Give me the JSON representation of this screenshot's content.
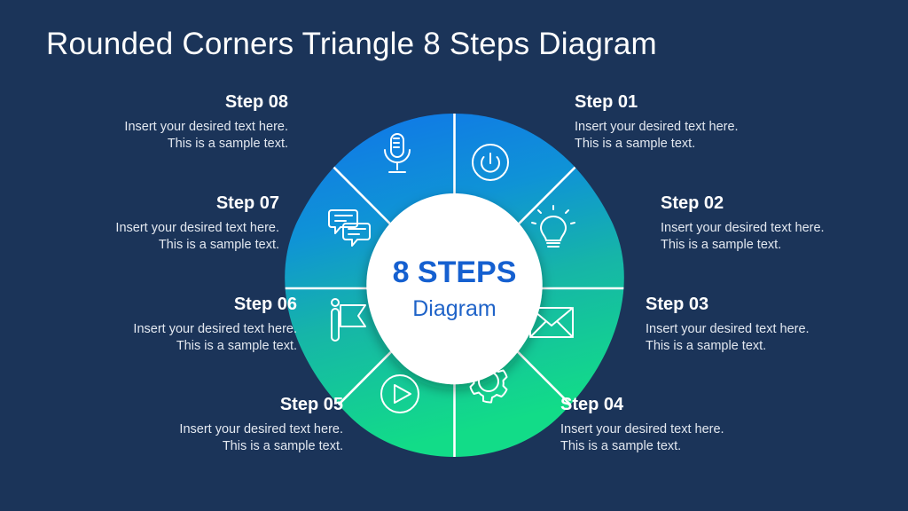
{
  "slide": {
    "title": "Rounded Corners Triangle 8 Steps Diagram",
    "background_color": "#1b3459"
  },
  "center": {
    "heading": "8 STEPS",
    "subheading": "Diagram",
    "heading_color": "#1560d0",
    "subheading_color": "#1f63c8",
    "fill_color": "#ffffff"
  },
  "palette": {
    "gradient_start": "#1070e8",
    "gradient_end": "#12d98a",
    "text_light": "#e3e8f0",
    "white": "#ffffff"
  },
  "steps": [
    {
      "id": "step-01",
      "title": "Step 01",
      "description": "Insert your desired text here. This is a sample text.",
      "icon": "power-icon",
      "side": "right"
    },
    {
      "id": "step-02",
      "title": "Step 02",
      "description": "Insert your desired text here. This is a sample text.",
      "icon": "lightbulb-icon",
      "side": "right"
    },
    {
      "id": "step-03",
      "title": "Step 03",
      "description": "Insert your desired text here. This is a sample text.",
      "icon": "envelope-icon",
      "side": "right"
    },
    {
      "id": "step-04",
      "title": "Step 04",
      "description": "Insert your desired text here. This is a sample text.",
      "icon": "gear-icon",
      "side": "right"
    },
    {
      "id": "step-05",
      "title": "Step 05",
      "description": "Insert your desired text here. This is a sample text.",
      "icon": "play-circle-icon",
      "side": "left"
    },
    {
      "id": "step-06",
      "title": "Step 06",
      "description": "Insert your desired text here. This is a sample text.",
      "icon": "flag-icon",
      "side": "left"
    },
    {
      "id": "step-07",
      "title": "Step 07",
      "description": "Insert your desired text here. This is a sample text.",
      "icon": "chat-bubbles-icon",
      "side": "left"
    },
    {
      "id": "step-08",
      "title": "Step 08",
      "description": "Insert your desired text here. This is a sample text.",
      "icon": "microphone-icon",
      "side": "left"
    }
  ]
}
